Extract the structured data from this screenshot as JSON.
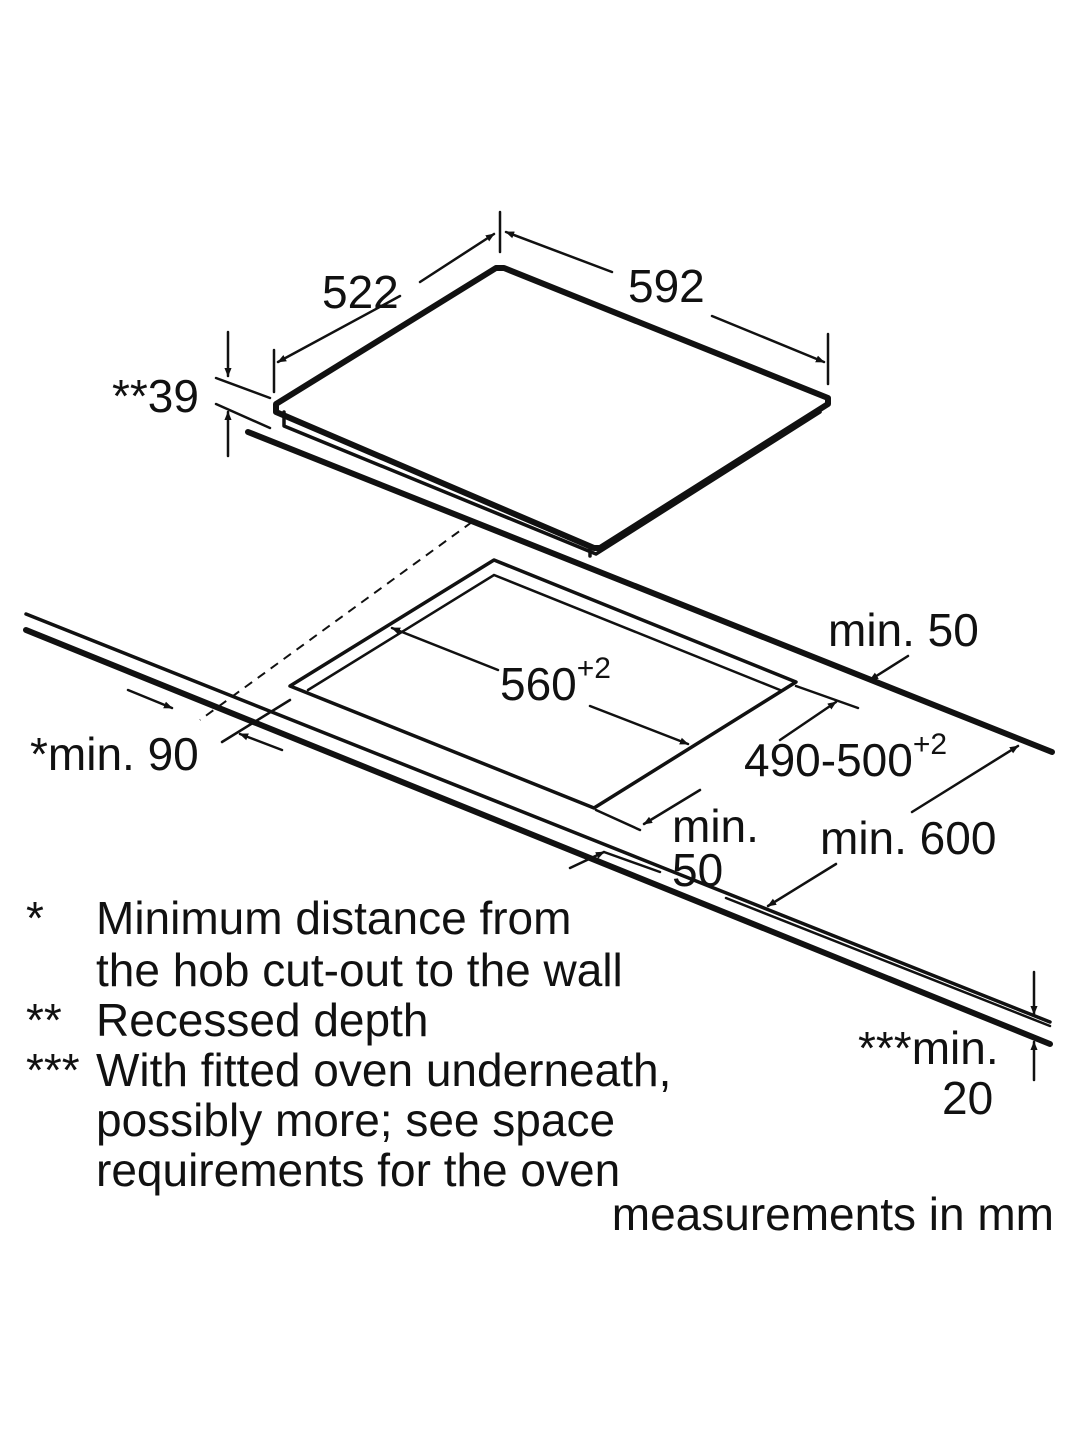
{
  "diagram": {
    "labels": {
      "hob_depth": "522",
      "hob_width": "592",
      "recessed_depth": "**39",
      "cutout_width": "560",
      "cutout_width_tol": "+2",
      "cutout_depth": "490-500",
      "cutout_depth_tol": "+2",
      "min_50_back": "min. 50",
      "min_90_wall": "*min. 90",
      "min_50_front_line1": "min.",
      "min_50_front_line2": "50",
      "min_600": "min. 600",
      "min_20_line1": "***min.",
      "min_20_line2": "20"
    },
    "legend": [
      {
        "mark": "*",
        "lines": [
          "Minimum distance from",
          "the hob cut-out to the wall"
        ]
      },
      {
        "mark": "**",
        "lines": [
          "Recessed depth"
        ]
      },
      {
        "mark": "***",
        "lines": [
          "With fitted oven underneath,",
          "possibly more; see space",
          "requirements for the oven"
        ]
      }
    ],
    "units_note": "measurements in mm"
  }
}
